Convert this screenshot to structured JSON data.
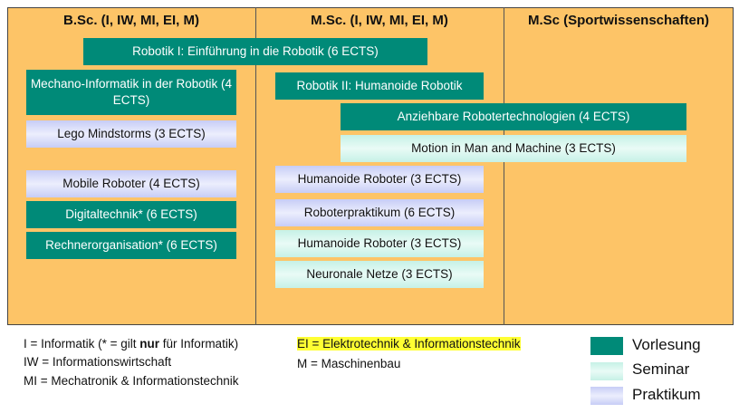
{
  "columns": {
    "bsc": "B.Sc. (I, IW, MI, EI, M)",
    "msc": "M.Sc. (I, IW, MI, EI, M)",
    "sport": "M.Sc (Sportwissenschaften)"
  },
  "courses": {
    "robotik1": "Robotik I: Einführung in die Robotik (6 ECTS)",
    "mechano": "Mechano-Informatik in der Robotik (4 ECTS)",
    "lego": "Lego Mindstorms (3 ECTS)",
    "mobile": "Mobile Roboter (4 ECTS)",
    "digital": "Digitaltechnik* (6 ECTS)",
    "rechner": "Rechnerorganisation* (6 ECTS)",
    "robotik2": "Robotik II: Humanoide Robotik",
    "anziehbar": "Anziehbare Robotertechnologien (4 ECTS)",
    "motion": "Motion in Man and Machine (3 ECTS)",
    "humanoide_p": "Humanoide Roboter (3 ECTS)",
    "praktikum": "Roboterpraktikum (6 ECTS)",
    "humanoide_s": "Humanoide Roboter (3 ECTS)",
    "neuronale": "Neuronale Netze (3 ECTS)"
  },
  "abbrev": {
    "i_pre": "I = Informatik (* = gilt ",
    "i_bold": "nur",
    "i_post": " für Informatik)",
    "iw": "IW = Informationswirtschaft",
    "mi": "MI = Mechatronik & Informationstechnik",
    "ei": "EI = Elektrotechnik & Informationstechnik",
    "m": "M = Maschinenbau"
  },
  "legend": {
    "vorlesung": "Vorlesung",
    "seminar": "Seminar",
    "praktikum": "Praktikum"
  },
  "colors": {
    "background": "#fdc467",
    "vorlesung": "#008a78",
    "seminar": "#d4f5ec",
    "praktikum": "#d6daf9",
    "highlight": "#ffff33"
  }
}
